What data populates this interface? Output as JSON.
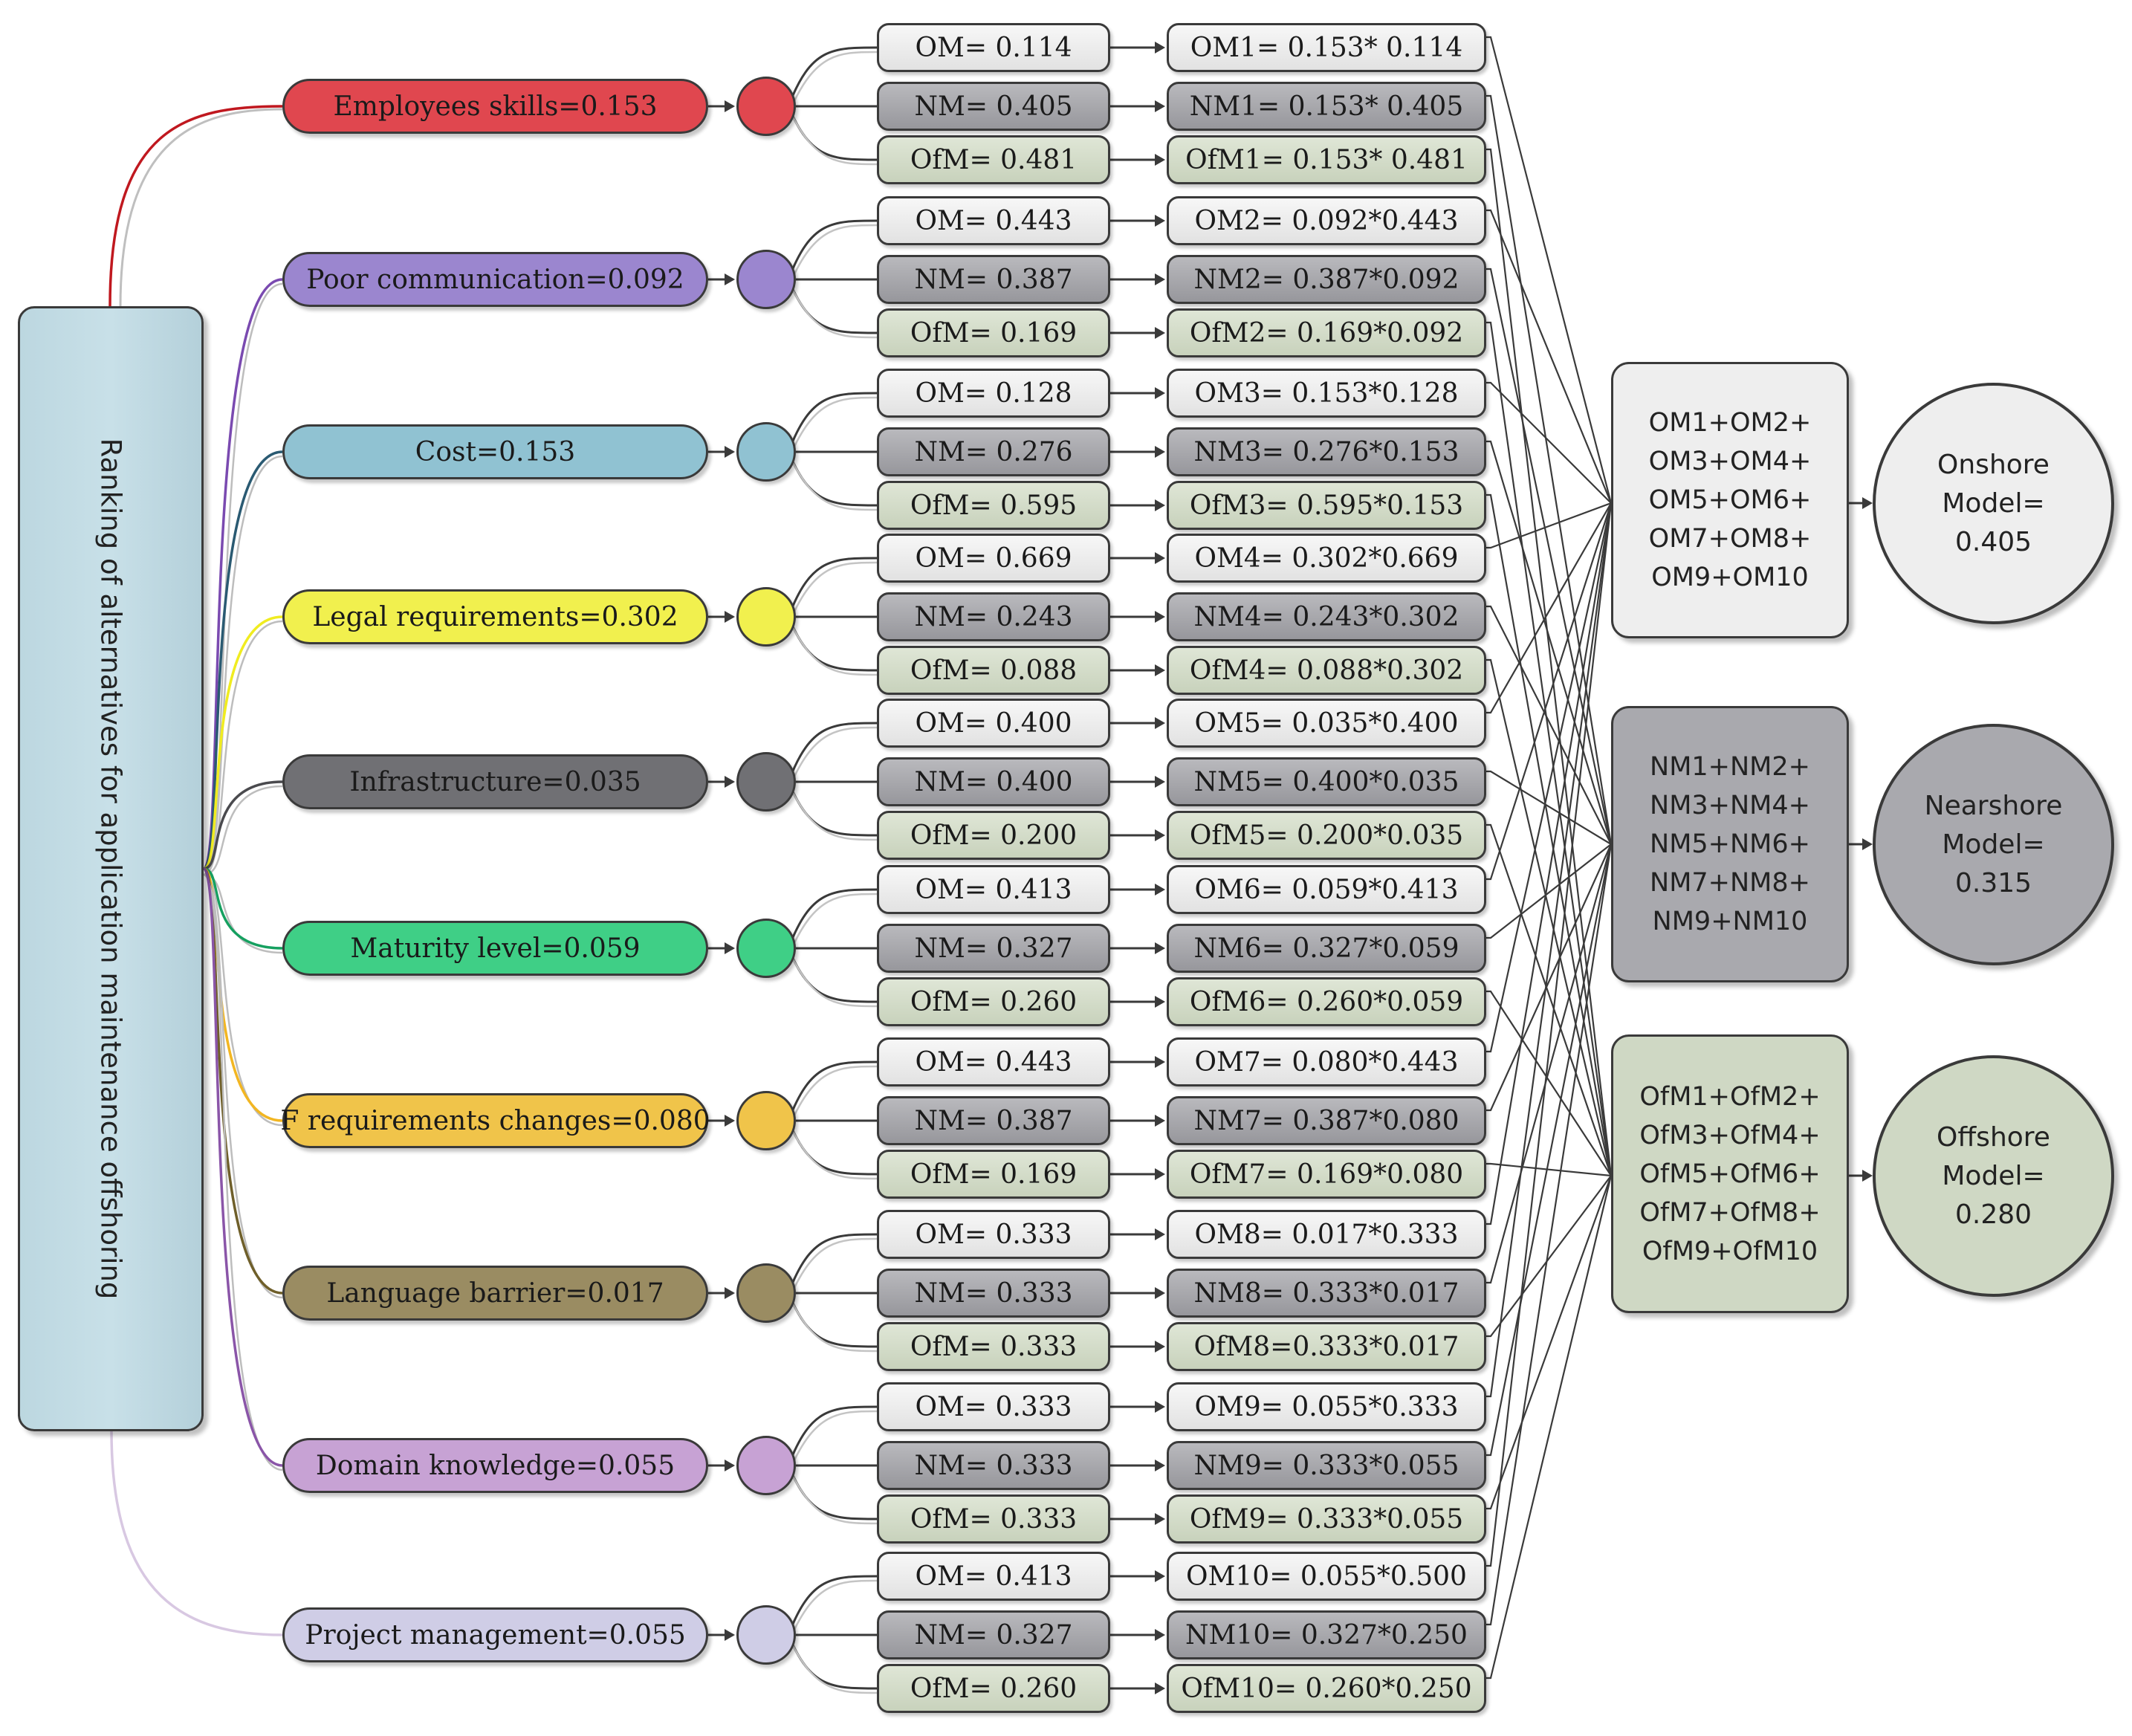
{
  "root_label": "Ranking of alternatives for application maintenance offshoring",
  "criteria": [
    {
      "label": "Employees skills=0.153",
      "color": "#e0474f",
      "link_color": "#c0181f",
      "alts": [
        {
          "alt": "OM= 0.114",
          "prod": "OM1= 0.153* 0.114"
        },
        {
          "alt": "NM= 0.405",
          "prod": "NM1= 0.153* 0.405"
        },
        {
          "alt": "OfM= 0.481",
          "prod": "OfM1= 0.153* 0.481"
        }
      ]
    },
    {
      "label": "Poor communication=0.092",
      "color": "#9b86cf",
      "link_color": "#7a4ab0",
      "alts": [
        {
          "alt": "OM= 0.443",
          "prod": "OM2= 0.092*0.443"
        },
        {
          "alt": "NM= 0.387",
          "prod": "NM2= 0.387*0.092"
        },
        {
          "alt": "OfM= 0.169",
          "prod": "OfM2= 0.169*0.092"
        }
      ]
    },
    {
      "label": "Cost=0.153",
      "color": "#90c2d2",
      "link_color": "#2a5a72",
      "alts": [
        {
          "alt": "OM= 0.128",
          "prod": "OM3= 0.153*0.128"
        },
        {
          "alt": "NM= 0.276",
          "prod": "NM3= 0.276*0.153"
        },
        {
          "alt": "OfM= 0.595",
          "prod": "OfM3= 0.595*0.153"
        }
      ]
    },
    {
      "label": "Legal requirements=0.302",
      "color": "#f1f04e",
      "link_color": "#f0ec20",
      "alts": [
        {
          "alt": "OM= 0.669",
          "prod": "OM4= 0.302*0.669"
        },
        {
          "alt": "NM= 0.243",
          "prod": "NM4= 0.243*0.302"
        },
        {
          "alt": "OfM= 0.088",
          "prod": "OfM4= 0.088*0.302"
        }
      ]
    },
    {
      "label": "Infrastructure=0.035",
      "color": "#707074",
      "link_color": "#4a4a4e",
      "alts": [
        {
          "alt": "OM= 0.400",
          "prod": "OM5= 0.035*0.400"
        },
        {
          "alt": "NM= 0.400",
          "prod": "NM5= 0.400*0.035"
        },
        {
          "alt": "OfM= 0.200",
          "prod": "OfM5= 0.200*0.035"
        }
      ]
    },
    {
      "label": "Maturity level=0.059",
      "color": "#3fcf86",
      "link_color": "#16a060",
      "alts": [
        {
          "alt": "OM= 0.413",
          "prod": "OM6= 0.059*0.413"
        },
        {
          "alt": "NM= 0.327",
          "prod": "NM6= 0.327*0.059"
        },
        {
          "alt": "OfM= 0.260",
          "prod": "OfM6= 0.260*0.059"
        }
      ]
    },
    {
      "label": "F requirements changes=0.080",
      "color": "#f0c44a",
      "link_color": "#f2b622",
      "alts": [
        {
          "alt": "OM= 0.443",
          "prod": "OM7= 0.080*0.443"
        },
        {
          "alt": "NM= 0.387",
          "prod": "NM7= 0.387*0.080"
        },
        {
          "alt": "OfM= 0.169",
          "prod": "OfM7= 0.169*0.080"
        }
      ]
    },
    {
      "label": "Language barrier=0.017",
      "color": "#9a8c62",
      "link_color": "#6f5f2a",
      "alts": [
        {
          "alt": "OM= 0.333",
          "prod": "OM8= 0.017*0.333"
        },
        {
          "alt": "NM= 0.333",
          "prod": "NM8= 0.333*0.017"
        },
        {
          "alt": "OfM= 0.333",
          "prod": "OfM8=0.333*0.017"
        }
      ]
    },
    {
      "label": "Domain knowledge=0.055",
      "color": "#c7a2d4",
      "link_color": "#8a55a8",
      "alts": [
        {
          "alt": "OM= 0.333",
          "prod": "OM9= 0.055*0.333"
        },
        {
          "alt": "NM= 0.333",
          "prod": "NM9= 0.333*0.055"
        },
        {
          "alt": "OfM= 0.333",
          "prod": "OfM9= 0.333*0.055"
        }
      ]
    },
    {
      "label": "Project management=0.055",
      "color": "#cfcde6",
      "link_color": "#d8c8e2",
      "alts": [
        {
          "alt": "OM= 0.413",
          "prod": "OM10= 0.055*0.500"
        },
        {
          "alt": "NM= 0.327",
          "prod": "NM10= 0.327*0.250"
        },
        {
          "alt": "OfM= 0.260",
          "prod": "OfM10= 0.260*0.250"
        }
      ]
    }
  ],
  "sums": [
    {
      "lines": [
        "OM1+OM2+",
        "OM3+OM4+",
        "OM5+OM6+",
        "OM7+OM8+",
        "OM9+OM10"
      ],
      "color": "#eeeeee"
    },
    {
      "lines": [
        "NM1+NM2+",
        "NM3+NM4+",
        "NM5+NM6+",
        "NM7+NM8+",
        "NM9+NM10"
      ],
      "color": "#a9a9ae"
    },
    {
      "lines": [
        "OfM1+OfM2+",
        "OfM3+OfM4+",
        "OfM5+OfM6+",
        "OfM7+OfM8+",
        "OfM9+OfM10"
      ],
      "color": "#cfd8c4"
    }
  ],
  "models": [
    {
      "lines": [
        "Onshore",
        "Model=",
        "0.405"
      ],
      "color": "#eeeeee"
    },
    {
      "lines": [
        "Nearshore",
        "Model=",
        "0.315"
      ],
      "color": "#a9a9ae"
    },
    {
      "lines": [
        "Offshore",
        "Model=",
        "0.280"
      ],
      "color": "#cfd8c4"
    }
  ],
  "colors": {
    "om_fill": "#ececec",
    "nm_fill": "#a5a5aa",
    "ofm_fill": "#d3dbc8",
    "line": "#3a3a3a"
  }
}
